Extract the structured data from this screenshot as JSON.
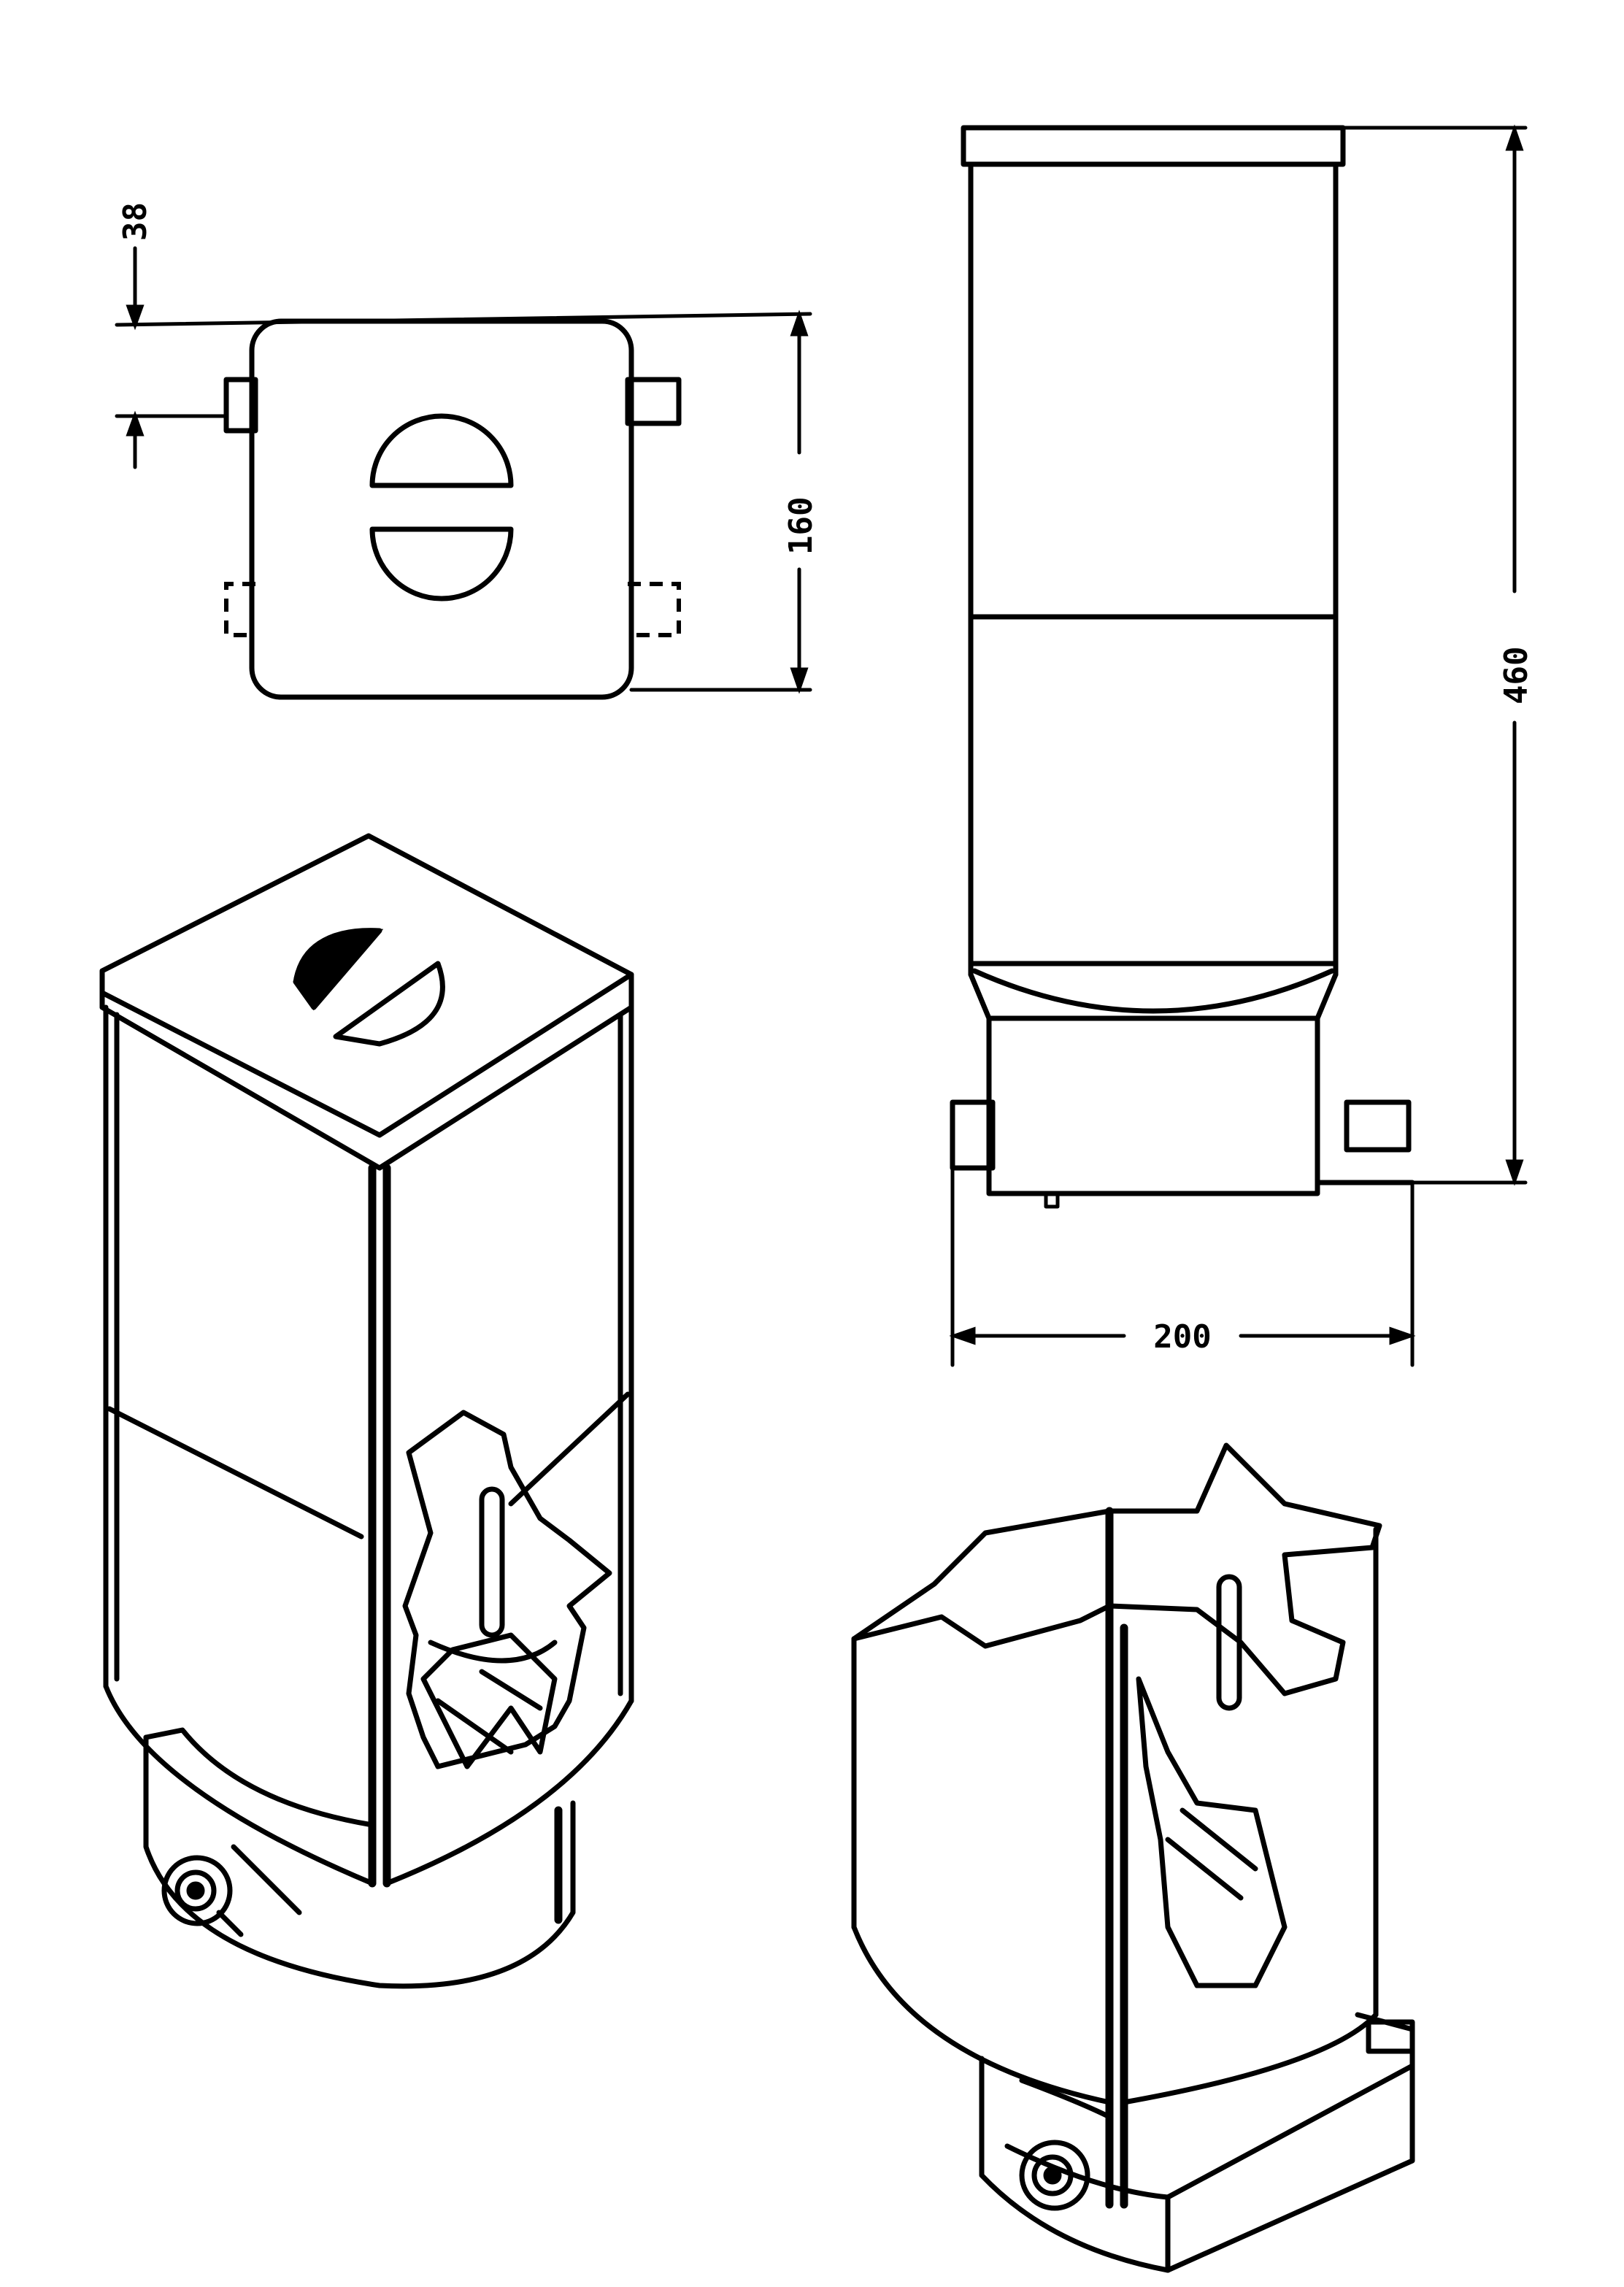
{
  "dimensions": {
    "slot_offset": "38",
    "top_depth": "160",
    "height": "460",
    "width": "200"
  }
}
